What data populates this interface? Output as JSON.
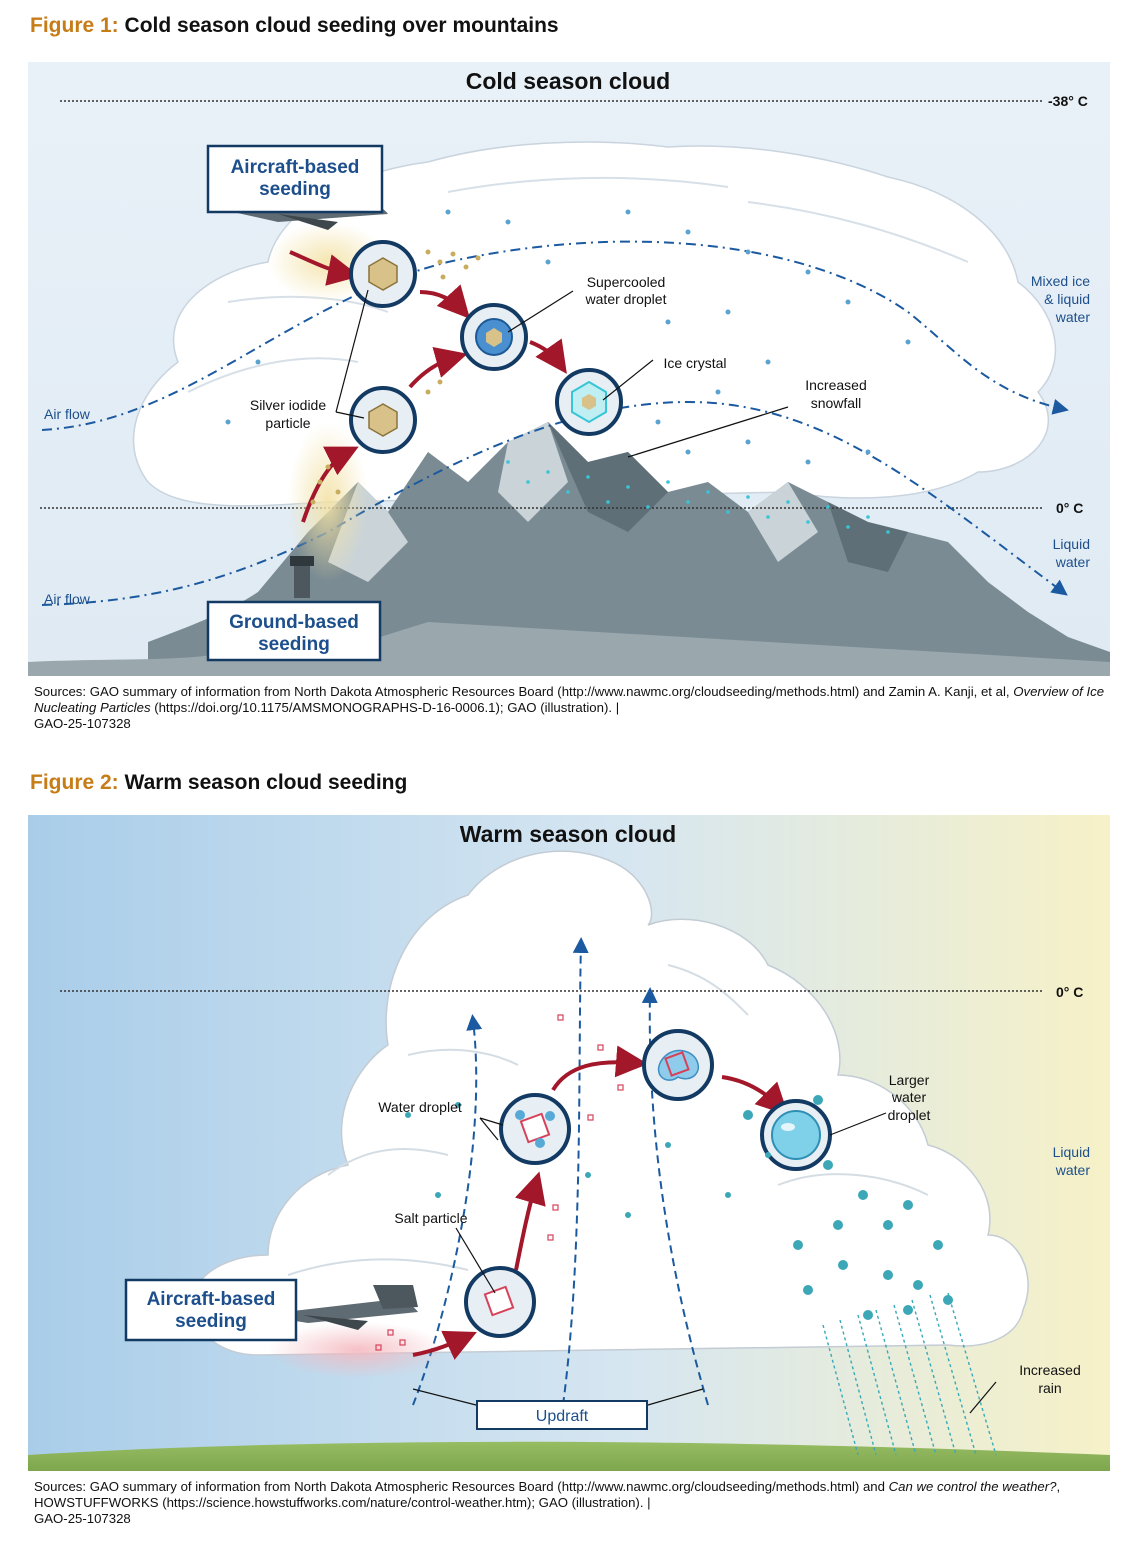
{
  "figure1": {
    "number": "Figure 1:",
    "title": "Cold season cloud seeding over mountains",
    "cloud_title": "Cold season cloud",
    "temp_top": "-38° C",
    "temp_zero": "0° C",
    "aircraft_label_1": "Aircraft-based",
    "aircraft_label_2": "seeding",
    "ground_label_1": "Ground-based",
    "ground_label_2": "seeding",
    "supercooled_1": "Supercooled",
    "supercooled_2": "water droplet",
    "ice_crystal": "Ice crystal",
    "silver_1": "Silver iodide",
    "silver_2": "particle",
    "snowfall_1": "Increased",
    "snowfall_2": "snowfall",
    "mixed_1": "Mixed ice",
    "mixed_2": "& liquid",
    "mixed_3": "water",
    "liquid_1": "Liquid",
    "liquid_2": "water",
    "airflow_1": "Air flow",
    "airflow_2": "Air flow",
    "sources_a": "Sources: GAO summary of information from North Dakota Atmospheric Resources Board (http://www.nawmc.org/cloudseeding/methods.html) and Zamin A. Kanji, et al, ",
    "sources_italic": "Overview of Ice Nucleating Particles",
    "sources_b": " (https://doi.org/10.1175/AMSMONOGRAPHS-D-16-0006.1); GAO (illustration).  |",
    "sources_id": "GAO-25-107328"
  },
  "figure2": {
    "number": "Figure 2:",
    "title": "Warm season cloud seeding",
    "cloud_title": "Warm season cloud",
    "temp_zero": "0° C",
    "water_droplet": "Water droplet",
    "salt_particle": "Salt particle",
    "larger_1": "Larger",
    "larger_2": "water",
    "larger_3": "droplet",
    "liquid_1": "Liquid",
    "liquid_2": "water",
    "aircraft_label_1": "Aircraft-based",
    "aircraft_label_2": "seeding",
    "rain_1": "Increased",
    "rain_2": "rain",
    "updraft": "Updraft",
    "sources_a": "Sources: GAO summary of information from North Dakota Atmospheric Resources Board (http://www.nawmc.org/cloudseeding/methods.html) and ",
    "sources_italic": "Can we control the weather?",
    "sources_b": ", HOWSTUFFWORKS (https://science.howstuffworks.com/nature/control-weather.htm); GAO (illustration).  |",
    "sources_id": "GAO-25-107328"
  },
  "colors": {
    "figure_number": "#c77d17",
    "label_blue": "#1d4f8c",
    "arrow_red": "#a3172b",
    "airflow": "#1b5aa0",
    "mountain": "#6f8088"
  }
}
